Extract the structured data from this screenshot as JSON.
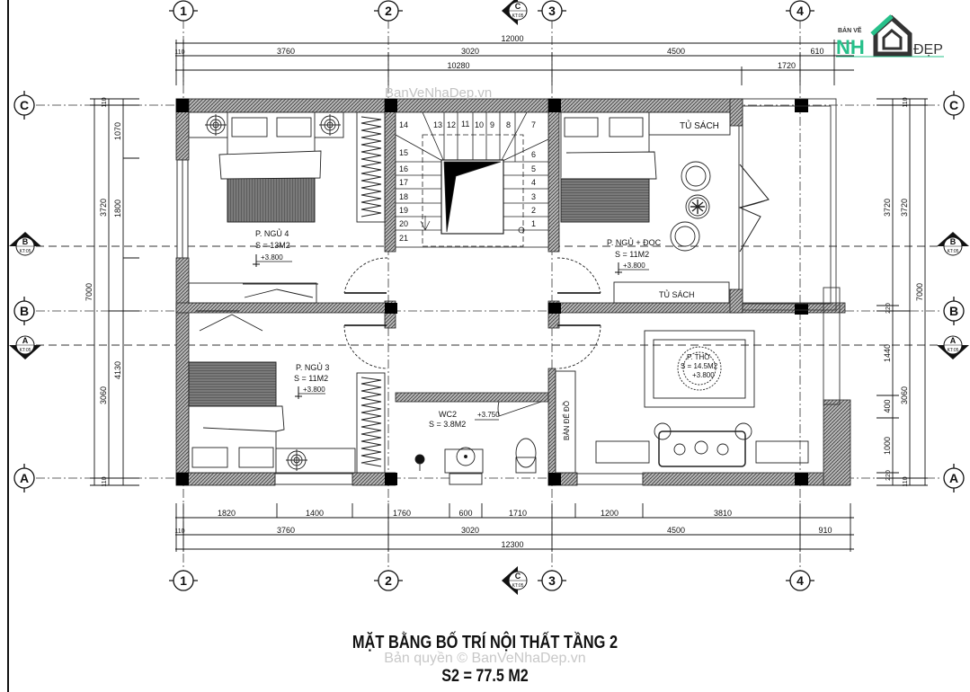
{
  "drawing": {
    "title": "MẶT BẰNG BỐ TRÍ NỘI THẤT TẦNG 2",
    "area": "S2 = 77.5 M2",
    "watermark_top": "BanVeNhaDep.vn",
    "watermark_bottom": "Bản quyền © BanVeNhaDep.vn"
  },
  "logo": {
    "small": "BẢN VẼ",
    "nh": "NH",
    "dep": "ĐẸP",
    "accent": "#27c08a",
    "dark": "#333333"
  },
  "grid_axes": {
    "vertical": [
      "1",
      "2",
      "3",
      "4"
    ],
    "horizontal": [
      "C",
      "B",
      "A"
    ],
    "section_marks": [
      {
        "letter": "B",
        "ref": "KT:05"
      },
      {
        "letter": "A",
        "ref": "KT:05"
      },
      {
        "letter": "C",
        "ref": "KT:05"
      }
    ]
  },
  "dimensions": {
    "top_overall": "12000",
    "top_row1": [
      "110",
      "3760",
      "3020",
      "4500",
      "610"
    ],
    "top_row2": [
      "10280",
      "1720"
    ],
    "bottom_row1": [
      "1820",
      "1400",
      "1760",
      "600",
      "1710",
      "1200",
      "3810"
    ],
    "bottom_row2": [
      "110",
      "3760",
      "3020",
      "4500",
      "910"
    ],
    "bottom_overall": "12300",
    "left_outer": "7000",
    "left_mid": [
      "110",
      "3720",
      "3060",
      "110"
    ],
    "left_inner": [
      "1070",
      "1800",
      "4130"
    ],
    "right_outer": "7000",
    "right_mid": [
      "110",
      "3720",
      "3060",
      "110"
    ],
    "right_inner": [
      "3720",
      "220",
      "1440",
      "400",
      "1000",
      "220"
    ]
  },
  "rooms": [
    {
      "name": "P. NGỦ 4",
      "area": "S = 13M2",
      "level": "+3.800"
    },
    {
      "name": "P. NGỦ + ĐỌC",
      "area": "S = 11M2",
      "level": "+3.800"
    },
    {
      "name": "P. NGỦ 3",
      "area": "S = 11M2",
      "level": "+3.800"
    },
    {
      "name": "WC2",
      "area": "S = 3.8M2",
      "level": "+3.750"
    },
    {
      "name": "P. THỜ",
      "area": "S = 14.5M2",
      "level": "+3.800"
    }
  ],
  "furniture_labels": {
    "bookshelf_top": "TỦ SÁCH",
    "bookshelf_bottom": "TỦ SÁCH",
    "altar_table": "BÀN ĐỂ ĐỒ"
  },
  "stairs": {
    "steps_left": [
      "14",
      "15",
      "16",
      "17",
      "18",
      "19",
      "20",
      "21"
    ],
    "steps_top": [
      "13",
      "12",
      "11",
      "10",
      "9",
      "8"
    ],
    "steps_right": [
      "7",
      "6",
      "5",
      "4",
      "3",
      "2",
      "1"
    ]
  }
}
